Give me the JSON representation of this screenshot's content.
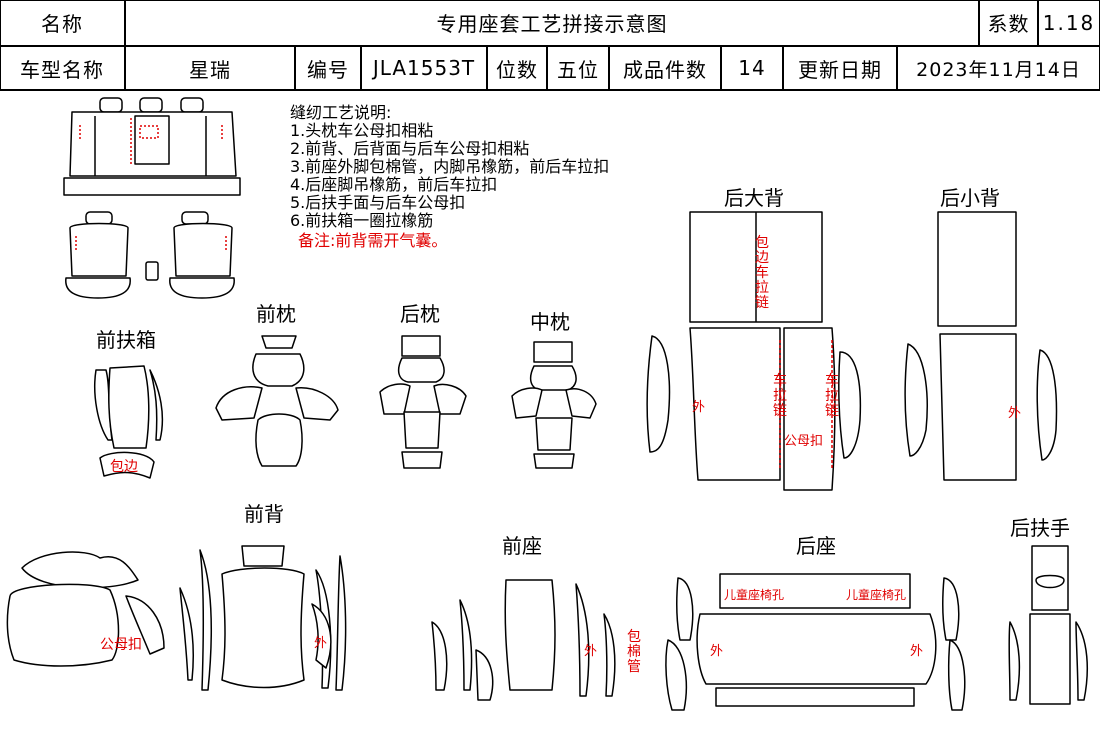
{
  "header": {
    "name_label": "名称",
    "doc_title": "专用座套工艺拼接示意图",
    "coef_label": "系数",
    "coef_value": "1.18",
    "model_label": "车型名称",
    "model_value": "星瑞",
    "code_label": "编号",
    "code_value": "JLA1553T",
    "seats_label": "位数",
    "seats_value": "五位",
    "pieces_label": "成品件数",
    "pieces_value": "14",
    "date_label": "更新日期",
    "date_value": "2023年11月14日"
  },
  "notes": {
    "title": "缝纫工艺说明:",
    "items": [
      "1.头枕车公母扣相粘",
      "2.前背、后背面与后车公母扣相粘",
      "3.前座外脚包棉管，内脚吊橡筋，前后车拉扣",
      "4.后座脚吊橡筋，前后车拉扣",
      "5.后扶手面与后车公母扣",
      "6.前扶箱一圈拉橡筋"
    ],
    "remark": "备注:前背需开气囊。"
  },
  "sections": {
    "front_armbox": "前扶箱",
    "front_headrest": "前枕",
    "rear_headrest": "后枕",
    "middle_headrest": "中枕",
    "rear_big_back": "后大背",
    "rear_small_back": "后小背",
    "front_back": "前背",
    "front_seat": "前座",
    "rear_seat": "后座",
    "rear_armrest": "后扶手"
  },
  "annotations": {
    "hem": "包边",
    "hem_zip": "包边车拉链",
    "zip": "车拉链",
    "outer": "外",
    "snap": "公母扣",
    "foam_tube": "包棉管",
    "child_seat_hole": "儿童座椅孔"
  },
  "colors": {
    "line": "#000000",
    "annotation": "#e00000"
  }
}
